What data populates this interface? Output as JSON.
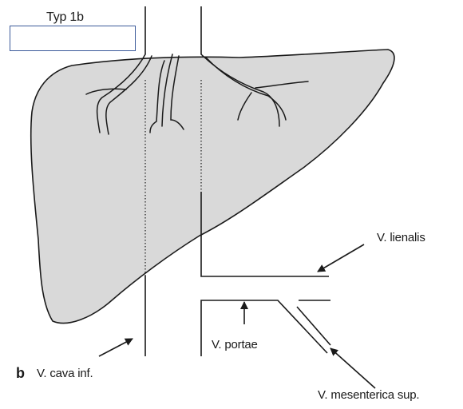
{
  "title": "Typ 1b",
  "answer_box": {
    "value": ""
  },
  "panel_letter": "b",
  "labels": {
    "v_cava_inf": "V. cava inf.",
    "v_portae": "V. portae",
    "v_lienalis": "V. lienalis",
    "v_mesenterica_sup": "V. mesenterica sup."
  },
  "colors": {
    "liver_fill": "#d9d9d9",
    "stroke": "#1a1a1a",
    "box_border": "#3c5b9a"
  }
}
